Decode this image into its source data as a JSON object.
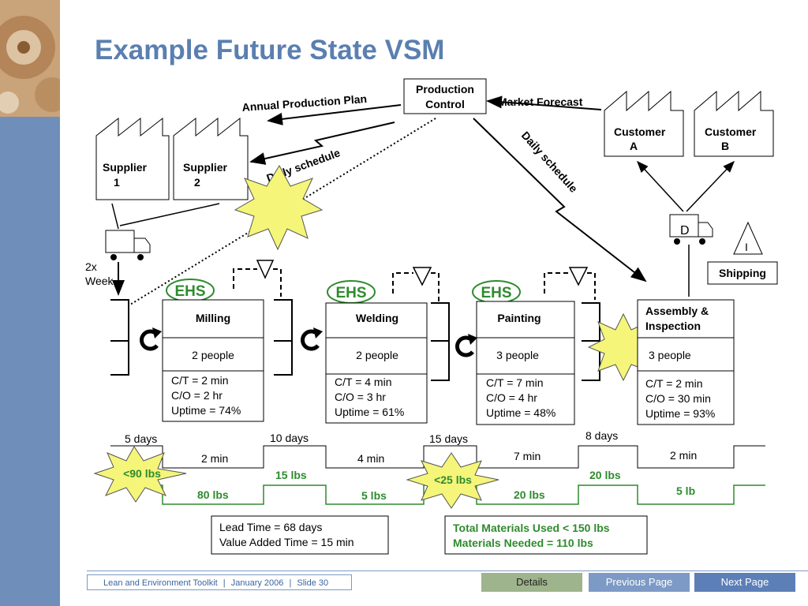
{
  "title": "Example Future State VSM",
  "production_control": [
    "Production",
    "Control"
  ],
  "annual_plan": "Annual Production Plan",
  "market_forecast": "Market Forecast",
  "daily_schedule_left": "Daily schedule",
  "daily_schedule_right": "Daily schedule",
  "suppliers": [
    {
      "line1": "Supplier",
      "line2": "1"
    },
    {
      "line1": "Supplier",
      "line2": "2"
    }
  ],
  "customers": [
    {
      "line1": "Customer",
      "line2": "A"
    },
    {
      "line1": "Customer",
      "line2": "B"
    }
  ],
  "delivery_freq": [
    "2x",
    "Week"
  ],
  "truck_label": "D",
  "inventory_label": "I",
  "shipping": "Shipping",
  "ehs": "EHS",
  "processes": [
    {
      "name": "Milling",
      "people": "2 people",
      "ct": "C/T = 2 min",
      "co": "C/O = 2 hr",
      "uptime": "Uptime = 74%"
    },
    {
      "name": "Welding",
      "people": "2 people",
      "ct": "C/T = 4 min",
      "co": "C/O = 3 hr",
      "uptime": "Uptime = 61%"
    },
    {
      "name": "Painting",
      "people": "3 people",
      "ct": "C/T = 7 min",
      "co": "C/O = 4 hr",
      "uptime": "Uptime = 48%"
    },
    {
      "name1": "Assembly &",
      "name2": "Inspection",
      "people": "3 people",
      "ct": "C/T = 2 min",
      "co": "C/O = 30 min",
      "uptime": "Uptime = 93%"
    }
  ],
  "timeline": {
    "days": [
      "5 days",
      "10 days",
      "15 days",
      "8 days"
    ],
    "mins": [
      "2 min",
      "4 min",
      "7 min",
      "2 min"
    ],
    "lbs_upper": [
      "15 lbs",
      "20 lbs",
      "5 lb"
    ],
    "lbs_lower": [
      "80 lbs",
      "5 lbs",
      "20 lbs"
    ],
    "burst1": "<90 lbs",
    "burst2": "<25 lbs"
  },
  "lead_time": "Lead Time = 68 days",
  "value_added": "Value Added Time = 15 min",
  "materials_used": "Total Materials Used < 150 lbs",
  "materials_needed": "Materials Needed = 110 lbs",
  "footer": {
    "toolkit": "Lean and Environment Toolkit",
    "sep": "|",
    "date": "January 2006",
    "slide": "Slide 30",
    "details": "Details",
    "previous": "Previous Page",
    "next": "Next Page"
  },
  "colors": {
    "title": "#5a7fb0",
    "ehs_green": "#2e8b2e",
    "burst_fill": "#f5f57a",
    "sidebar": "#6f8fba"
  }
}
